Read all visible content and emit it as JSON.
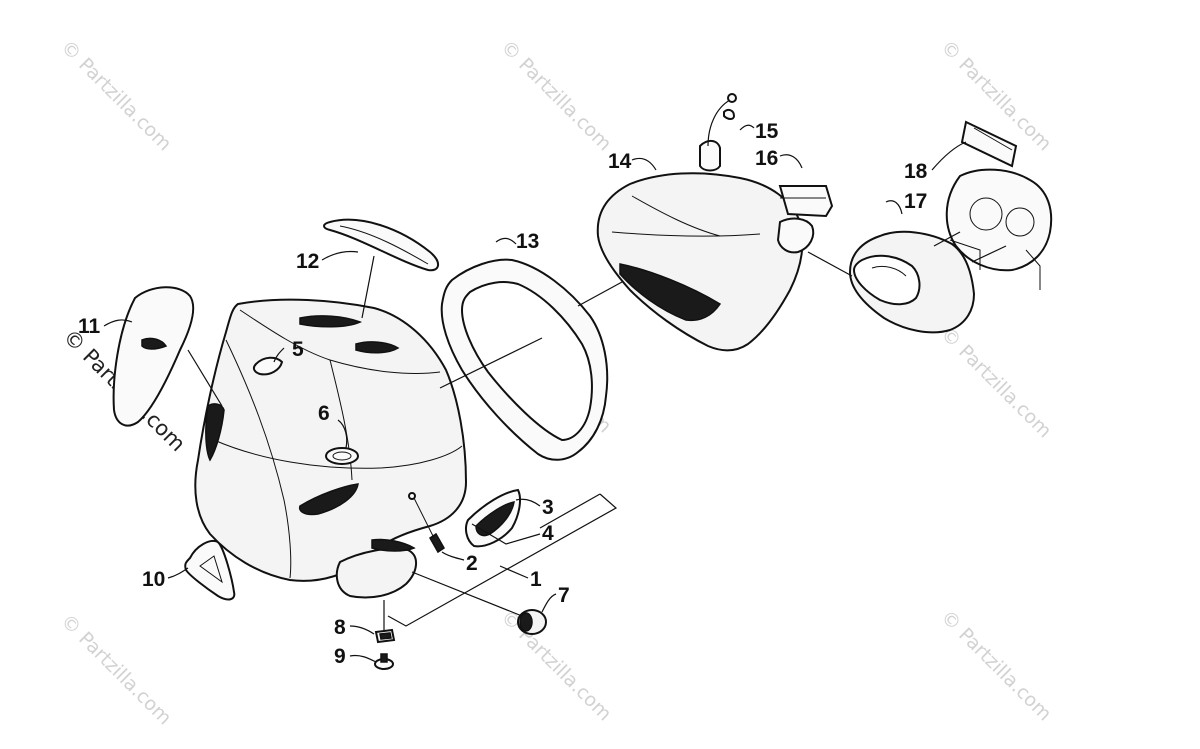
{
  "watermark": {
    "text": "© Partzilla.com"
  },
  "callouts": [
    {
      "id": "1",
      "label": "1"
    },
    {
      "id": "2",
      "label": "2"
    },
    {
      "id": "3",
      "label": "3"
    },
    {
      "id": "4",
      "label": "4"
    },
    {
      "id": "5",
      "label": "5"
    },
    {
      "id": "6",
      "label": "6"
    },
    {
      "id": "7",
      "label": "7"
    },
    {
      "id": "8",
      "label": "8"
    },
    {
      "id": "9",
      "label": "9"
    },
    {
      "id": "10",
      "label": "10"
    },
    {
      "id": "11",
      "label": "11"
    },
    {
      "id": "12",
      "label": "12"
    },
    {
      "id": "13",
      "label": "13"
    },
    {
      "id": "14",
      "label": "14"
    },
    {
      "id": "15",
      "label": "15"
    },
    {
      "id": "16",
      "label": "16"
    },
    {
      "id": "17",
      "label": "17"
    },
    {
      "id": "18",
      "label": "18"
    }
  ]
}
